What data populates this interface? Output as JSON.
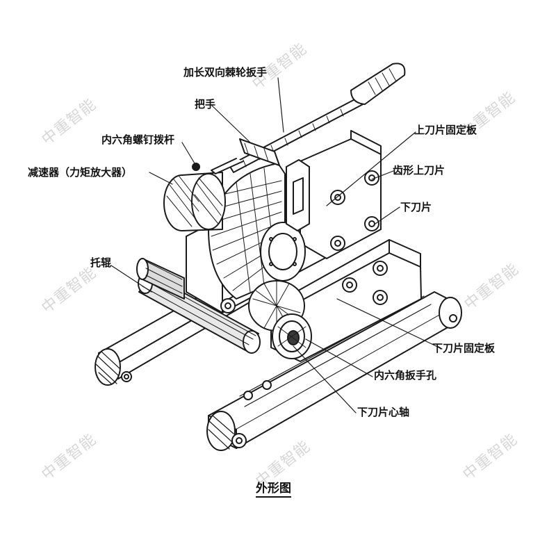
{
  "diagram": {
    "caption": "外形图",
    "watermark": "中重智能",
    "colors": {
      "line": "#1a1a1a",
      "fill": "#ffffff",
      "shade": "#d8d8d8",
      "dark": "#3a3a3a",
      "watermark": "#d7d7d7"
    },
    "labels": {
      "ratchet_wrench": "加长双向棘轮扳手",
      "handle": "把手",
      "hex_bolt_lever": "内六角螺钉拨杆",
      "reducer": "减速器（力矩放大器）",
      "upper_blade_plate": "上刀片固定板",
      "toothed_upper_blade": "齿形上刀片",
      "lower_blade": "下刀片",
      "support_roller": "托辊",
      "lower_blade_plate": "下刀片固定板",
      "hex_wrench_hole": "内六角扳手孔",
      "lower_blade_shaft": "下刀片心轴"
    }
  }
}
